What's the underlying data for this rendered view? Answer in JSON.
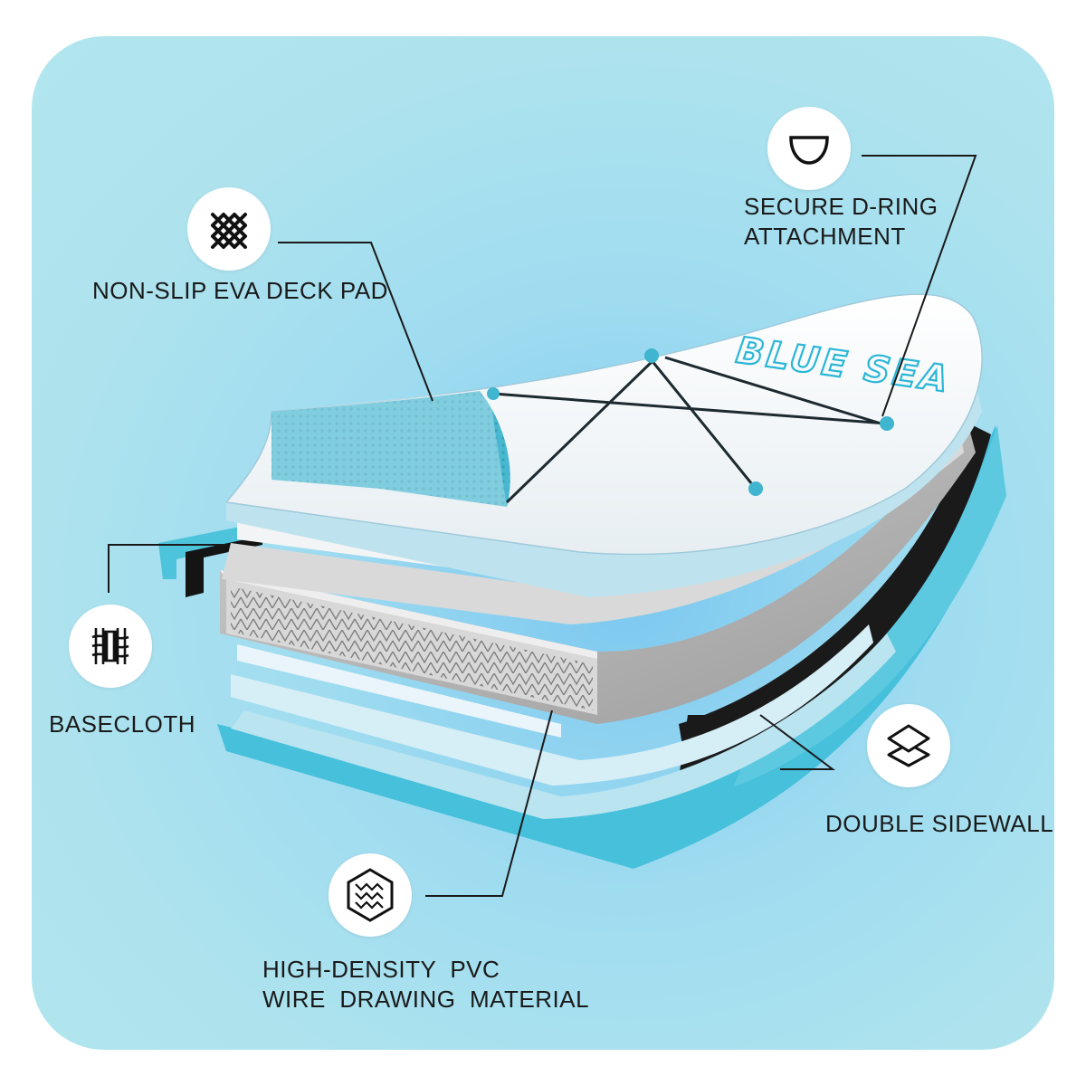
{
  "brand": {
    "board_logo": "BLUE SEA"
  },
  "colors": {
    "background": "#ade2ed",
    "accent_teal": "#2ab6d6",
    "deck_pad": "#3fb5cf",
    "line": "#1a1a1a"
  },
  "callouts": {
    "deck_pad": {
      "label": "NON-SLIP EVA DECK PAD",
      "icon": "woven-mesh-icon"
    },
    "d_ring": {
      "label_line1": "SECURE D-RING",
      "label_line2": "ATTACHMENT",
      "icon": "d-ring-icon"
    },
    "basecloth": {
      "label": "BASECLOTH",
      "icon": "woven-fabric-icon"
    },
    "sidewall": {
      "label": "DOUBLE SIDEWALL",
      "icon": "stacked-layers-icon"
    },
    "pvc": {
      "label_line1": "HIGH-DENSITY  PVC",
      "label_line2": "WIRE  DRAWING  MATERIAL",
      "icon": "hexagon-drop-stitch-icon"
    }
  }
}
